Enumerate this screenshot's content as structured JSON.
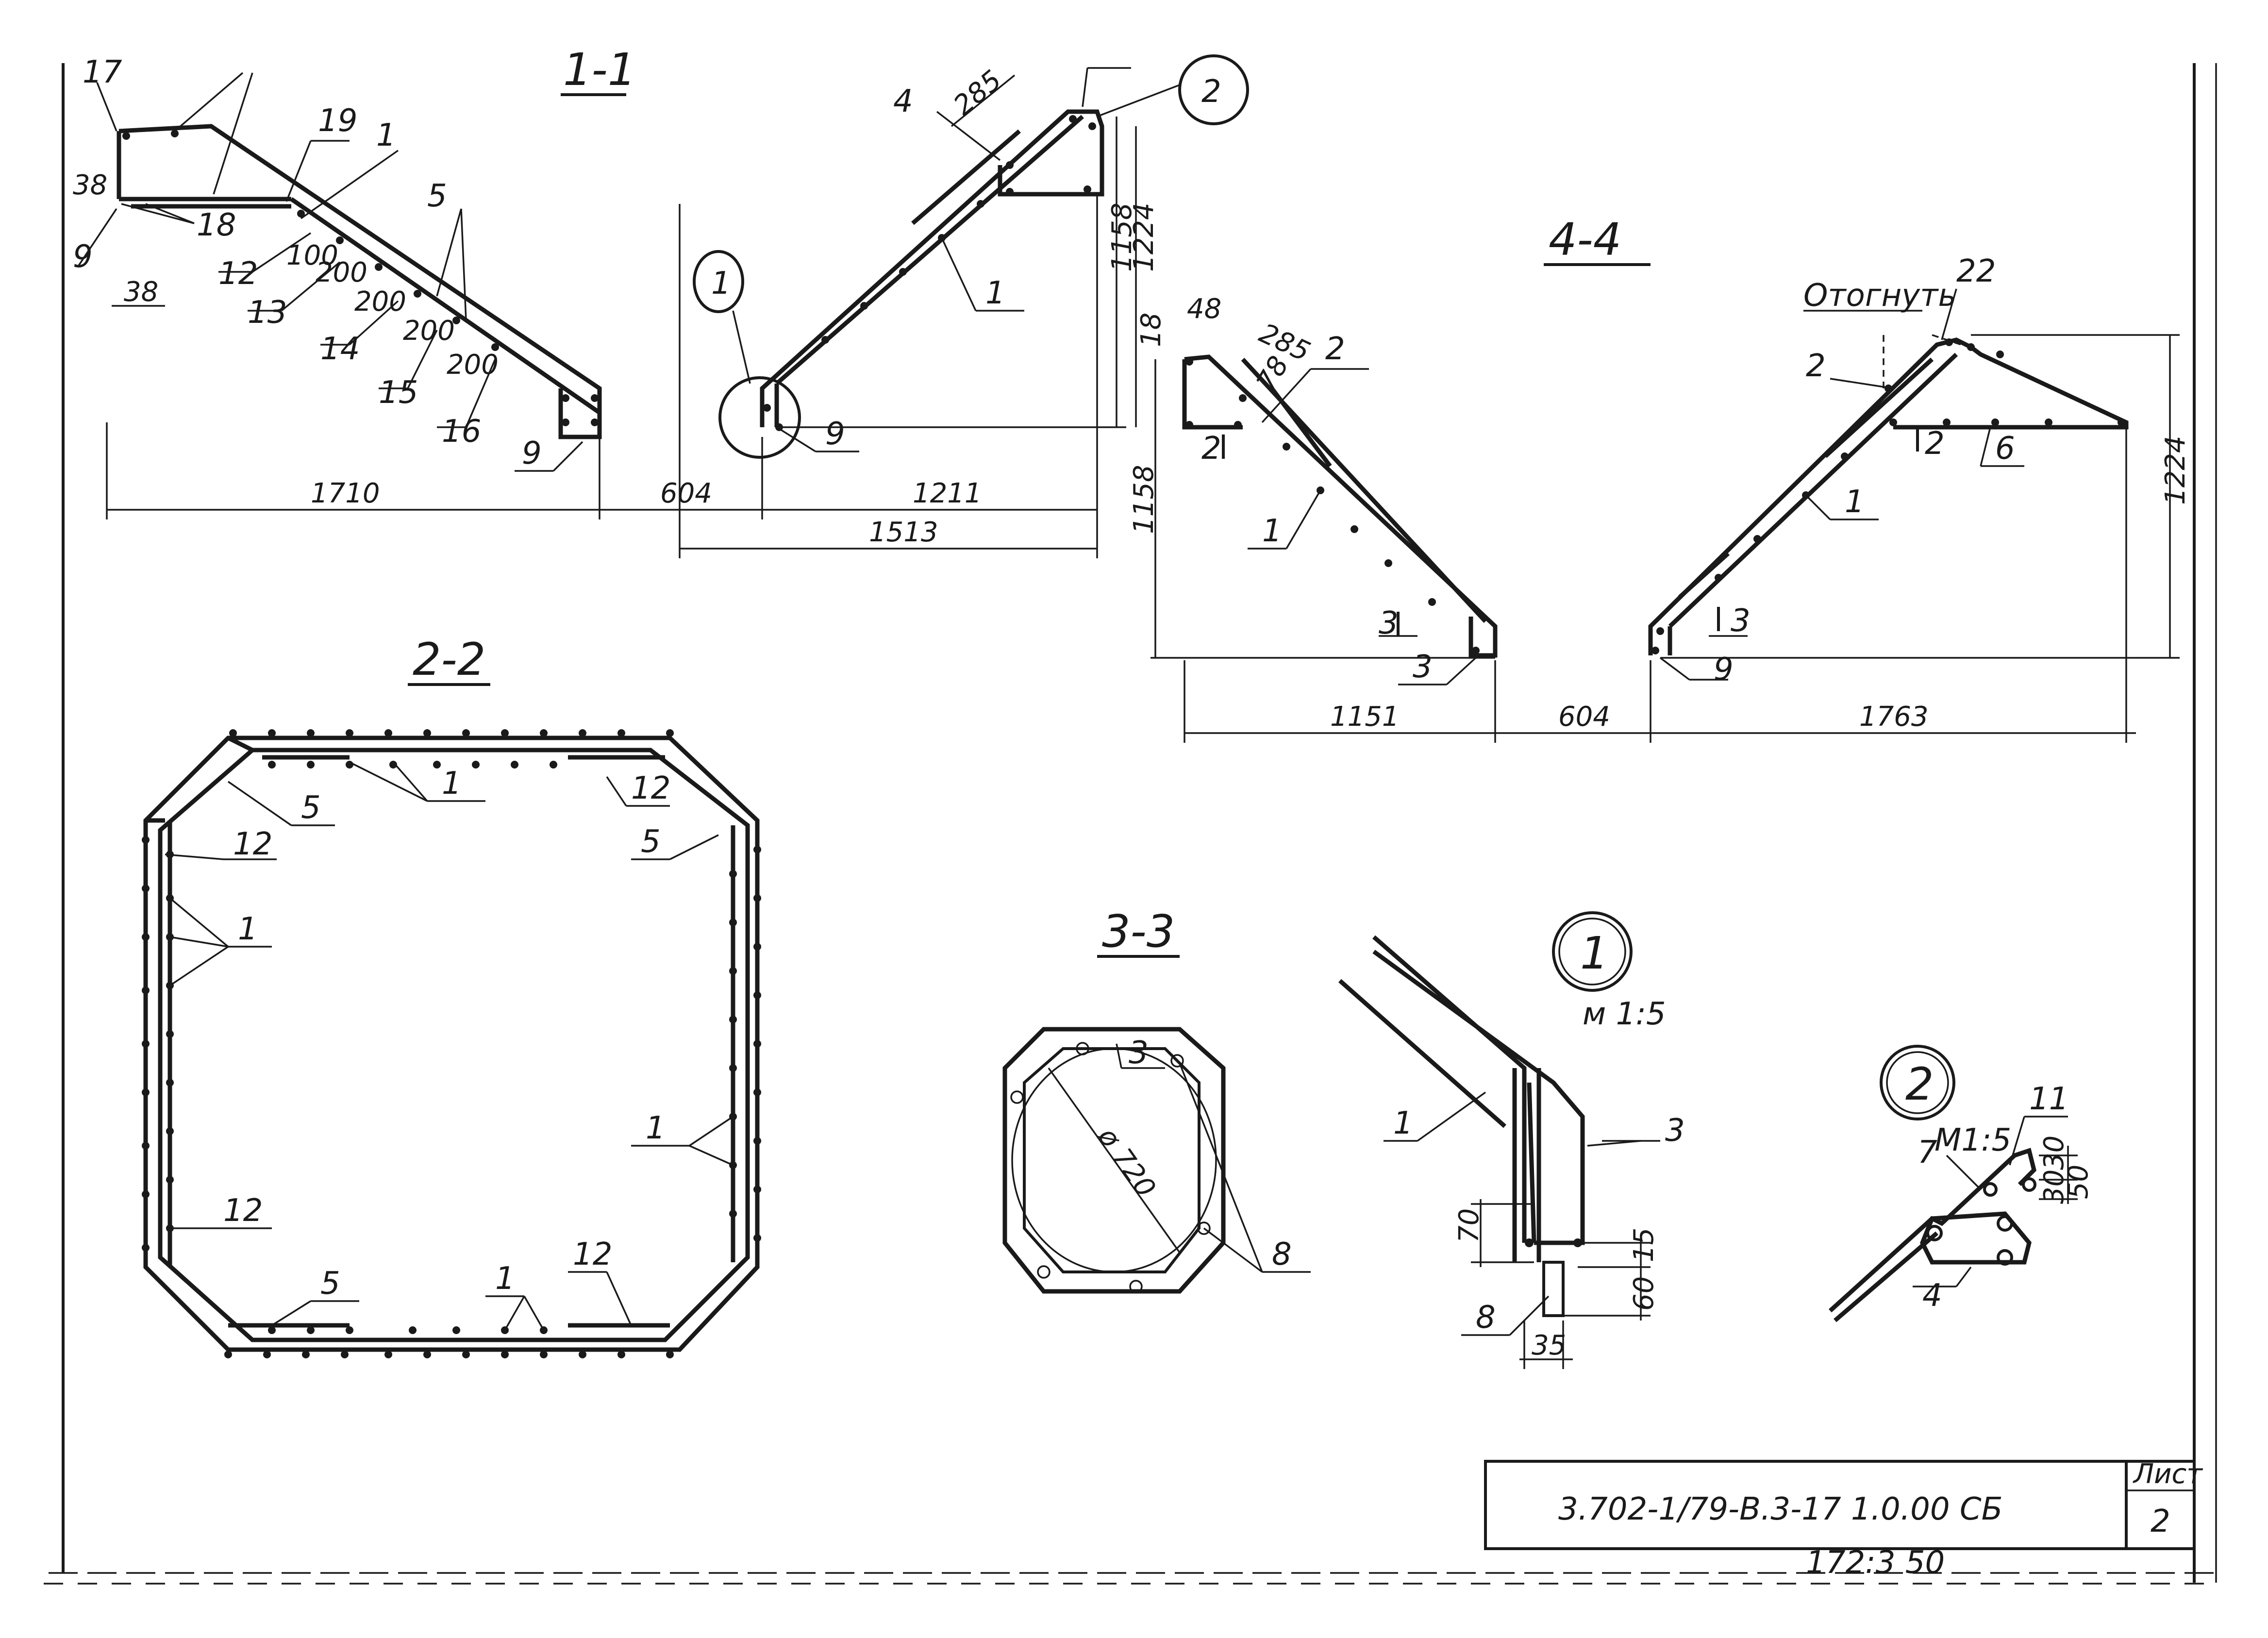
{
  "sections": {
    "s11": "1-1",
    "s22": "2-2",
    "s33": "3-3",
    "s44": "4-4"
  },
  "callouts": {
    "node1": "1",
    "node2": "2",
    "node1_scale": "м 1:5",
    "node2_scale": "М1:5"
  },
  "labels": {
    "bend": "Отогнуть",
    "pos1": "1",
    "pos2": "2",
    "pos3": "3",
    "pos4": "4",
    "pos5": "5",
    "pos6": "6",
    "pos7": "7",
    "pos8": "8",
    "pos9": "9",
    "pos11": "11",
    "pos12": "12",
    "pos13": "13",
    "pos14": "14",
    "pos15": "15",
    "pos16": "16",
    "pos17": "17",
    "pos18": "18",
    "pos19": "19",
    "pos22": "22",
    "cut3": "3",
    "cut2": "2"
  },
  "dimensions": {
    "d1710": "1710",
    "d604": "604",
    "d1211": "1211",
    "d1513": "1513",
    "d1158": "1158",
    "d1224": "1224",
    "d285": "285",
    "d38": "38",
    "d100": "100",
    "d200": "200",
    "d48": "48",
    "d18": "18",
    "d78": "78",
    "d1151": "1151",
    "d1763": "1763",
    "d720": "ø 720",
    "d70": "70",
    "d60": "60",
    "d35": "35",
    "d15": "15",
    "d30": "30",
    "d50": "50"
  },
  "title_block": {
    "code": "3.702-1/79-В.3-17 1.0.00 СБ",
    "sheet_label": "Лист",
    "sheet_no": "2",
    "archive": "172:3  50"
  }
}
